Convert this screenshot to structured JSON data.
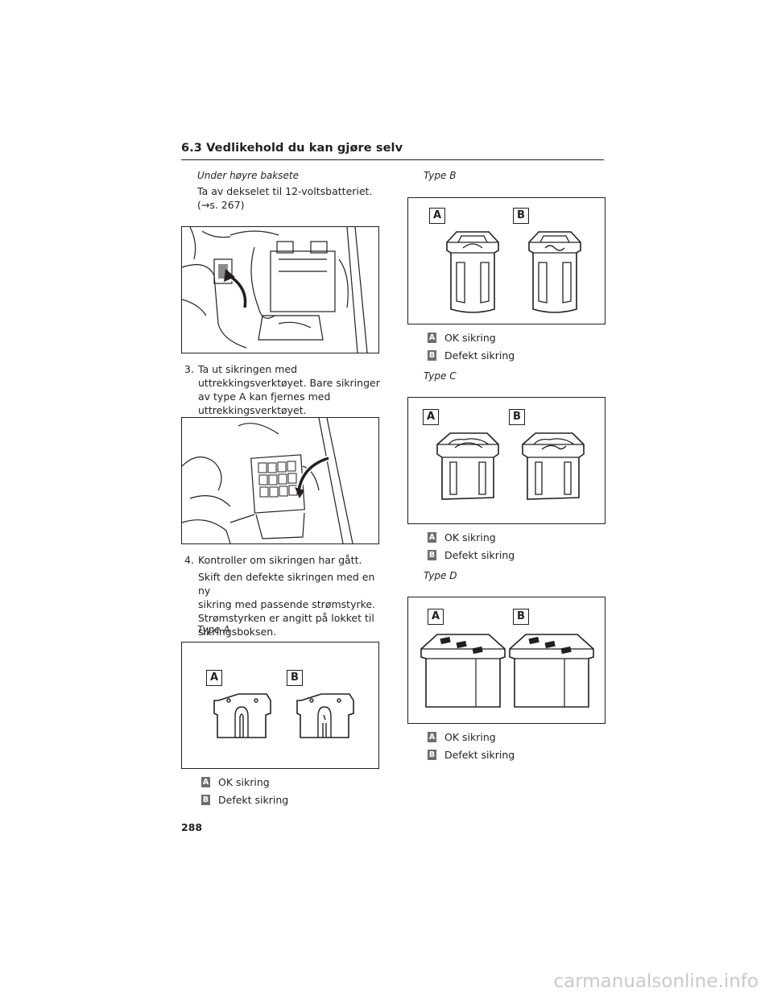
{
  "header": {
    "title": "6.3  Vedlikehold du kan gjøre selv"
  },
  "left": {
    "subheading": "Under høyre baksete",
    "instruction": "Ta av dekselet til 12-voltsbatteriet.",
    "ref": "(→s. 267)",
    "step3": {
      "num": "3.",
      "lines": [
        "Ta ut sikringen med",
        "uttrekkingsverktøyet. Bare sikringer",
        "av type A kan fjernes med",
        "uttrekkingsverktøyet."
      ]
    },
    "step4": {
      "num": "4.",
      "line1": "Kontroller om sikringen har gått.",
      "detail": [
        "Skift den defekte sikringen med en ny",
        "sikring med passende strømstyrke.",
        "Strømstyrken er angitt på lokket til",
        "sikringsboksen."
      ]
    },
    "typeA": "Type A"
  },
  "right": {
    "typeB": "Type B",
    "typeC": "Type C",
    "typeD": "Type D"
  },
  "legend": {
    "a_key": "A",
    "a_text": "OK sikring",
    "b_key": "B",
    "b_text": "Defekt sikring"
  },
  "page_number": "288",
  "watermark": "carmanualsonline.info"
}
